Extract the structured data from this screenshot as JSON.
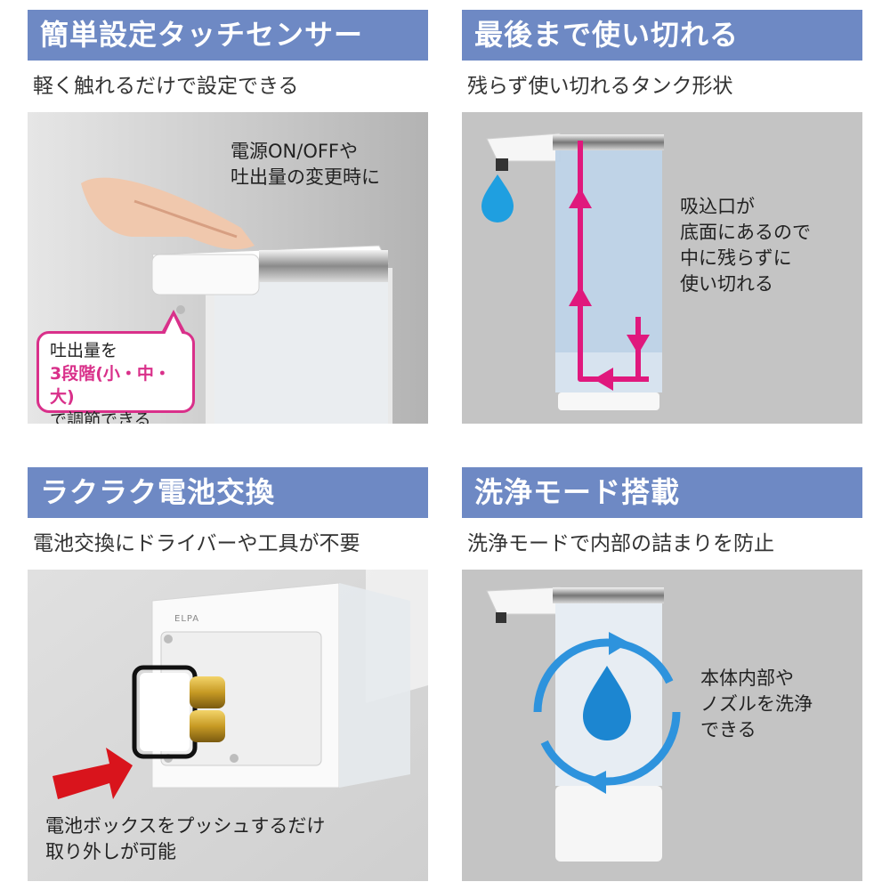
{
  "panels": [
    {
      "title": "簡単設定タッチセンサー",
      "subtitle": "軽く触れるだけで設定できる",
      "callout_lines": [
        "電源ON/OFFや",
        "吐出量の変更時に"
      ],
      "bubble": {
        "line1": "吐出量を",
        "line2": "3段階(小・中・大)",
        "line3": "で調節できる"
      }
    },
    {
      "title": "最後まで使い切れる",
      "subtitle": "残らず使い切れるタンク形状",
      "callout_lines": [
        "吸込口が",
        "底面にあるので",
        "中に残らずに",
        "使い切れる"
      ]
    },
    {
      "title": "ラクラク電池交換",
      "subtitle": "電池交換にドライバーや工具が不要",
      "brand_mark": "ELPA",
      "callout_lines": [
        "電池ボックスをプッシュするだけ",
        "取り外しが可能"
      ]
    },
    {
      "title": "洗浄モード搭載",
      "subtitle": "洗浄モードで内部の詰まりを防止",
      "callout_lines": [
        "本体内部や",
        "ノズルを洗浄",
        "できる"
      ]
    }
  ],
  "colors": {
    "header_bg": "#6e89c4",
    "accent_pink": "#d9308a",
    "accent_blue": "#2e93dd",
    "arrow_red": "#d9141c",
    "photo_bg": "#bfbfbf"
  }
}
